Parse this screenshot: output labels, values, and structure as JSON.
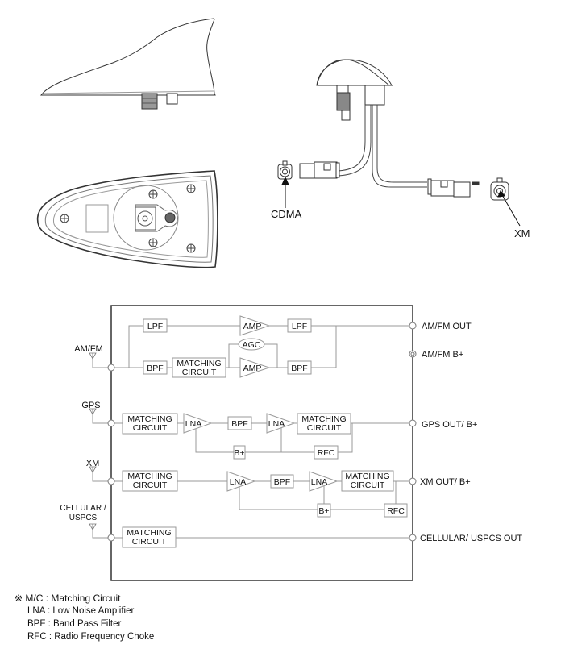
{
  "illustration": {
    "connector_labels": {
      "cdma": "CDMA",
      "xm": "XM"
    }
  },
  "block_diagram": {
    "inputs": [
      {
        "id": "amfm",
        "label": "AM/FM"
      },
      {
        "id": "gps",
        "label": "GPS"
      },
      {
        "id": "xm",
        "label": "XM"
      },
      {
        "id": "cellular",
        "label_line1": "CELLULAR /",
        "label_line2": "USPCS"
      }
    ],
    "outputs": {
      "amfm_out": "AM/FM OUT",
      "amfm_bplus": "AM/FM B+",
      "gps_out": "GPS OUT/ B+",
      "xm_out": "XM OUT/ B+",
      "cellular_out": "CELLULAR/ USPCS OUT"
    },
    "amfm_chain": {
      "lpf1": "LPF",
      "amp1": "AMP",
      "lpf2": "LPF",
      "bpf1": "BPF",
      "matching_l1": "MATCHING",
      "matching_l2": "CIRCUIT",
      "agc": "AGC",
      "amp2": "AMP",
      "bpf2": "BPF"
    },
    "gps_chain": {
      "matching1_l1": "MATCHING",
      "matching1_l2": "CIRCUIT",
      "lna1": "LNA",
      "bpf": "BPF",
      "lna2": "LNA",
      "matching2_l1": "MATCHING",
      "matching2_l2": "CIRCUIT",
      "bplus": "B+",
      "rfc": "RFC"
    },
    "xm_chain": {
      "matching1_l1": "MATCHING",
      "matching1_l2": "CIRCUIT",
      "lna1": "LNA",
      "bpf": "BPF",
      "lna2": "LNA",
      "matching2_l1": "MATCHING",
      "matching2_l2": "CIRCUIT",
      "bplus": "B+",
      "rfc": "RFC"
    },
    "cellular_chain": {
      "matching_l1": "MATCHING",
      "matching_l2": "CIRCUIT"
    }
  },
  "legend": {
    "symbol": "※",
    "items": [
      {
        "abbr": "M/C",
        "meaning": "Matching Circuit"
      },
      {
        "abbr": "LNA",
        "meaning": "Low Noise Amplifier"
      },
      {
        "abbr": "BPF",
        "meaning": "Band Pass Filter"
      },
      {
        "abbr": "RFC",
        "meaning": "Radio Frequency Choke"
      }
    ]
  }
}
